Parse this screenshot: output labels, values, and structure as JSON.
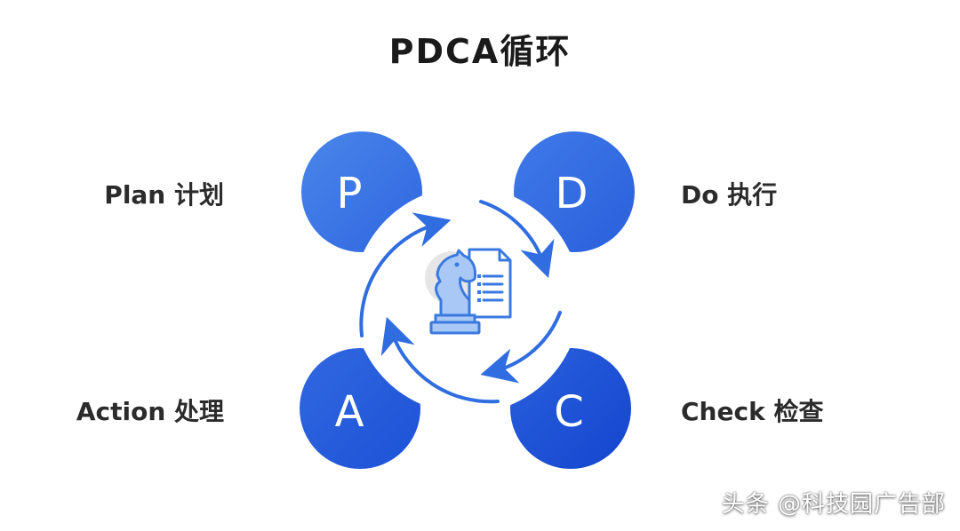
{
  "title": "PDCA循环",
  "stages": {
    "plan": {
      "letter": "P",
      "label": "Plan 计划"
    },
    "do": {
      "letter": "D",
      "label": "Do 执行"
    },
    "check": {
      "letter": "C",
      "label": "Check 检查"
    },
    "action": {
      "letter": "A",
      "label": "Action 处理"
    }
  },
  "center_icon": "chess-knight-document-icon",
  "watermark": "头条 @科技园广告部",
  "colors": {
    "circle_light": "#3d7ae6",
    "circle_dark": "#1a4fd8",
    "arrow": "#2f6de0",
    "icon_fill": "#a9c8f5",
    "icon_stroke": "#3a7ae0",
    "icon_backdrop": "#e6e6e6"
  }
}
